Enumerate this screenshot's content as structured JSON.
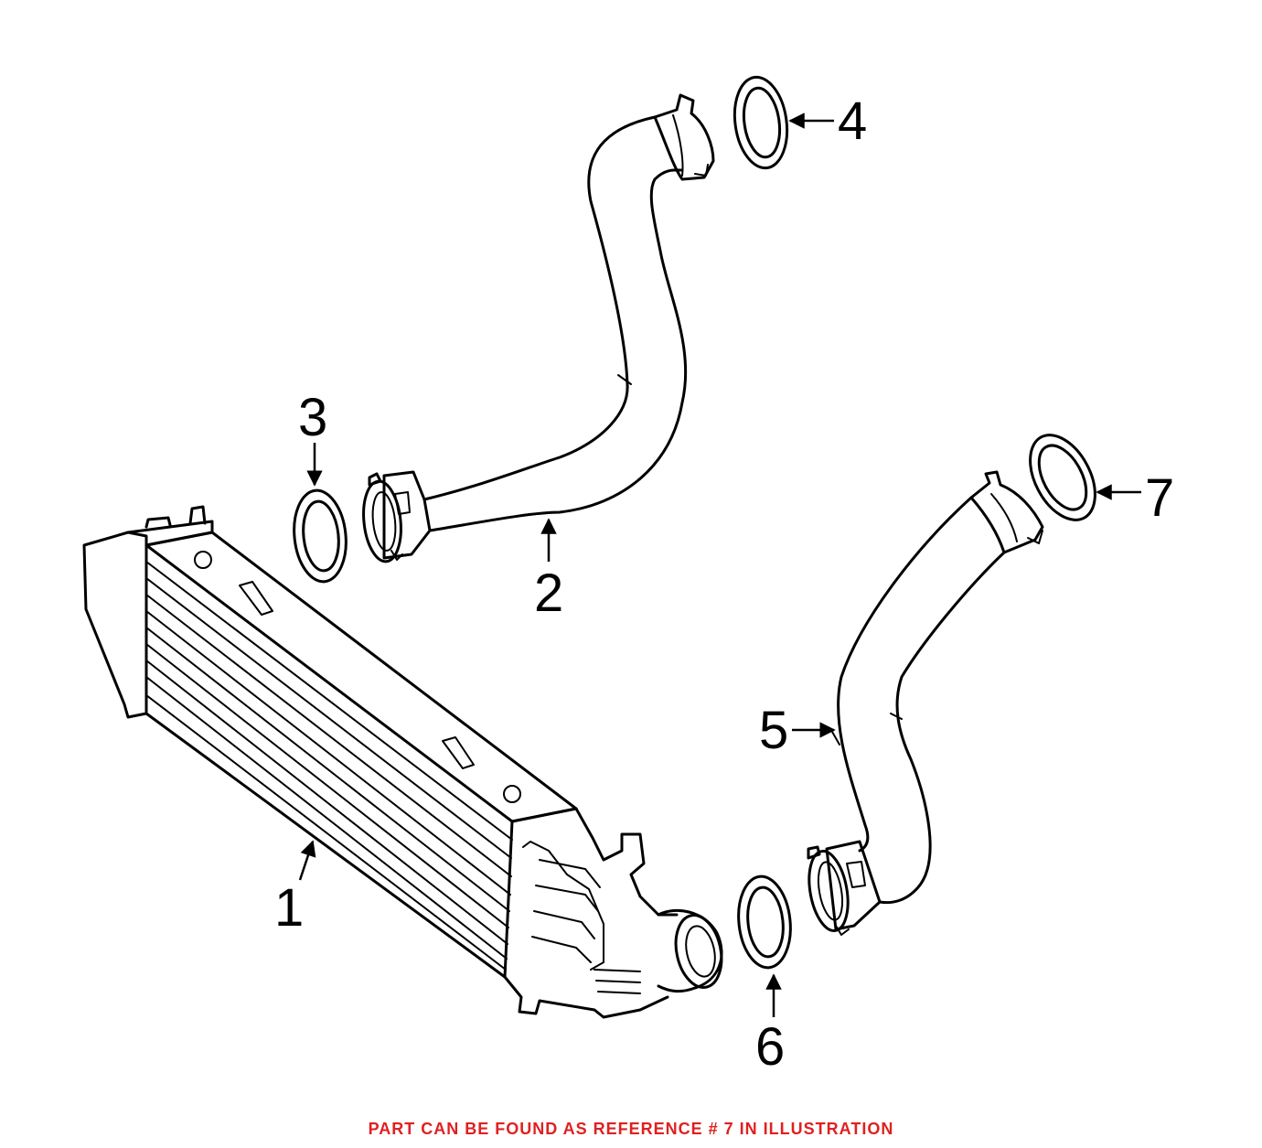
{
  "callouts": {
    "c1": "1",
    "c2": "2",
    "c3": "3",
    "c4": "4",
    "c5": "5",
    "c6": "6",
    "c7": "7"
  },
  "footer": {
    "note": "PART CAN BE FOUND AS REFERENCE # 7 IN ILLUSTRATION",
    "note_color": "#e02020"
  }
}
